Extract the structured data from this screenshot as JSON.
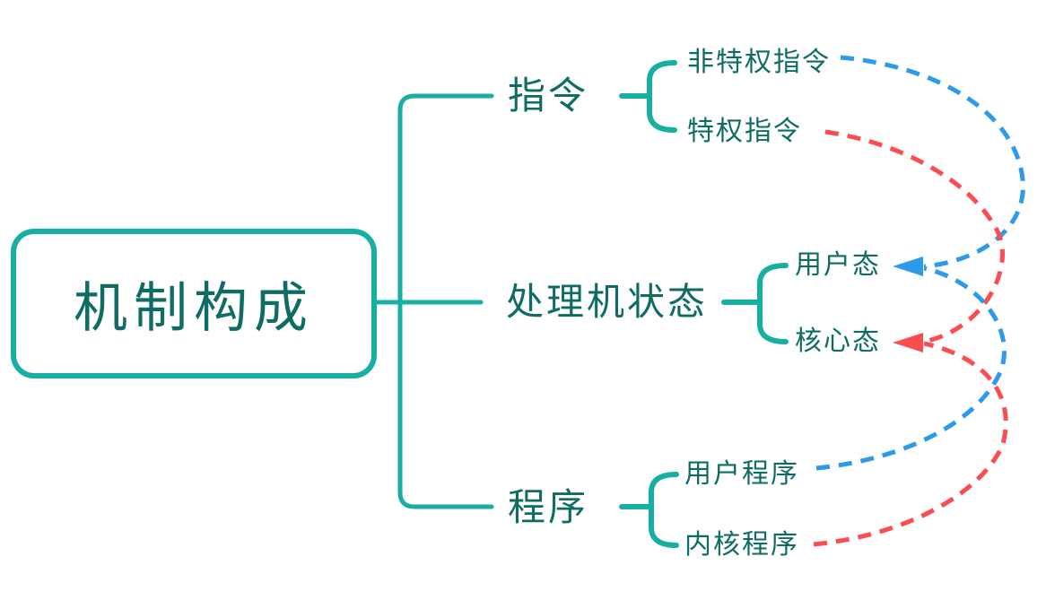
{
  "diagram": {
    "root": {
      "label": "机制构成"
    },
    "branches": [
      {
        "label": "指令",
        "children": [
          {
            "label": "非特权指令"
          },
          {
            "label": "特权指令"
          }
        ]
      },
      {
        "label": "处理机状态",
        "children": [
          {
            "label": "用户态"
          },
          {
            "label": "核心态"
          }
        ]
      },
      {
        "label": "程序",
        "children": [
          {
            "label": "用户程序"
          },
          {
            "label": "内核程序"
          }
        ]
      }
    ],
    "relations": [
      {
        "from": "非特权指令",
        "to": "用户态",
        "style": "dashed",
        "color": "#2E9BEA"
      },
      {
        "from": "特权指令",
        "to": "核心态",
        "style": "dashed",
        "color": "#FA4D51"
      },
      {
        "from": "用户程序",
        "to": "用户态",
        "style": "dashed",
        "color": "#2E9BEA"
      },
      {
        "from": "内核程序",
        "to": "核心态",
        "style": "dashed",
        "color": "#FA4D51"
      }
    ],
    "colors": {
      "branch_line": "#17AFA3",
      "text": "#0E6C64",
      "relation_blue": "#2E9BEA",
      "relation_red": "#FA4D51",
      "background": "#FFFFFF"
    }
  }
}
